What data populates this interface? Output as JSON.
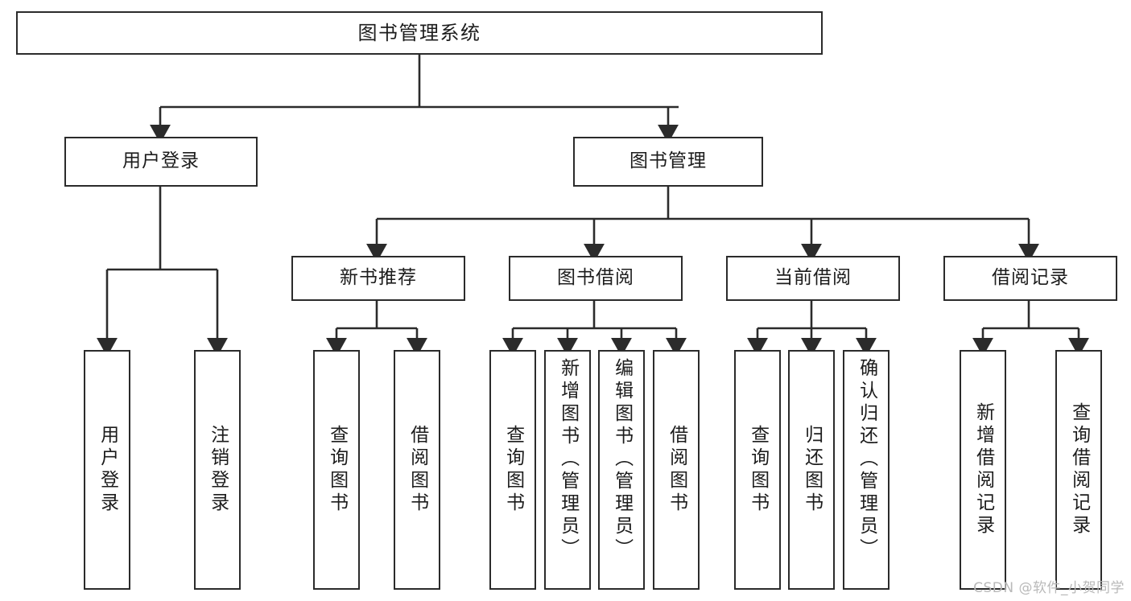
{
  "diagram": {
    "title": "图书管理系统",
    "type": "tree-hierarchy",
    "watermark": "CSDN @软件_小贺同学",
    "colors": {
      "box_border": "#2b2b2b",
      "box_fill": "#ffffff",
      "edge": "#2b2b2b",
      "text": "#1c1c1c",
      "background": "#ffffff",
      "watermark": "#b9b9b9"
    }
  },
  "nodes": {
    "root": {
      "label": "图书管理系统"
    },
    "level2": [
      {
        "id": "user-login",
        "label": "用户登录"
      },
      {
        "id": "book-manage",
        "label": "图书管理"
      }
    ],
    "level3": [
      {
        "id": "new-book-rec",
        "label": "新书推荐"
      },
      {
        "id": "book-borrow",
        "label": "图书借阅"
      },
      {
        "id": "current-borrow",
        "label": "当前借阅"
      },
      {
        "id": "borrow-record",
        "label": "借阅记录"
      }
    ],
    "leaves": {
      "user-login": [
        {
          "id": "leaf-user-login",
          "label": "用户登录"
        },
        {
          "id": "leaf-user-logout",
          "label": "注销登录"
        }
      ],
      "new-book-rec": [
        {
          "id": "leaf-query-book-1",
          "label": "查询图书"
        },
        {
          "id": "leaf-borrow-book-1",
          "label": "借阅图书"
        }
      ],
      "book-borrow": [
        {
          "id": "leaf-query-book-2",
          "label": "查询图书"
        },
        {
          "id": "leaf-add-book",
          "label": "新增图书（管理员）"
        },
        {
          "id": "leaf-edit-book",
          "label": "编辑图书（管理员）"
        },
        {
          "id": "leaf-borrow-book-2",
          "label": "借阅图书"
        }
      ],
      "current-borrow": [
        {
          "id": "leaf-query-book-3",
          "label": "查询图书"
        },
        {
          "id": "leaf-return-book",
          "label": "归还图书"
        },
        {
          "id": "leaf-confirm-return",
          "label": "确认归还（管理员）"
        }
      ],
      "borrow-record": [
        {
          "id": "leaf-add-record",
          "label": "新增借阅记录"
        },
        {
          "id": "leaf-query-record",
          "label": "查询借阅记录"
        }
      ]
    }
  }
}
